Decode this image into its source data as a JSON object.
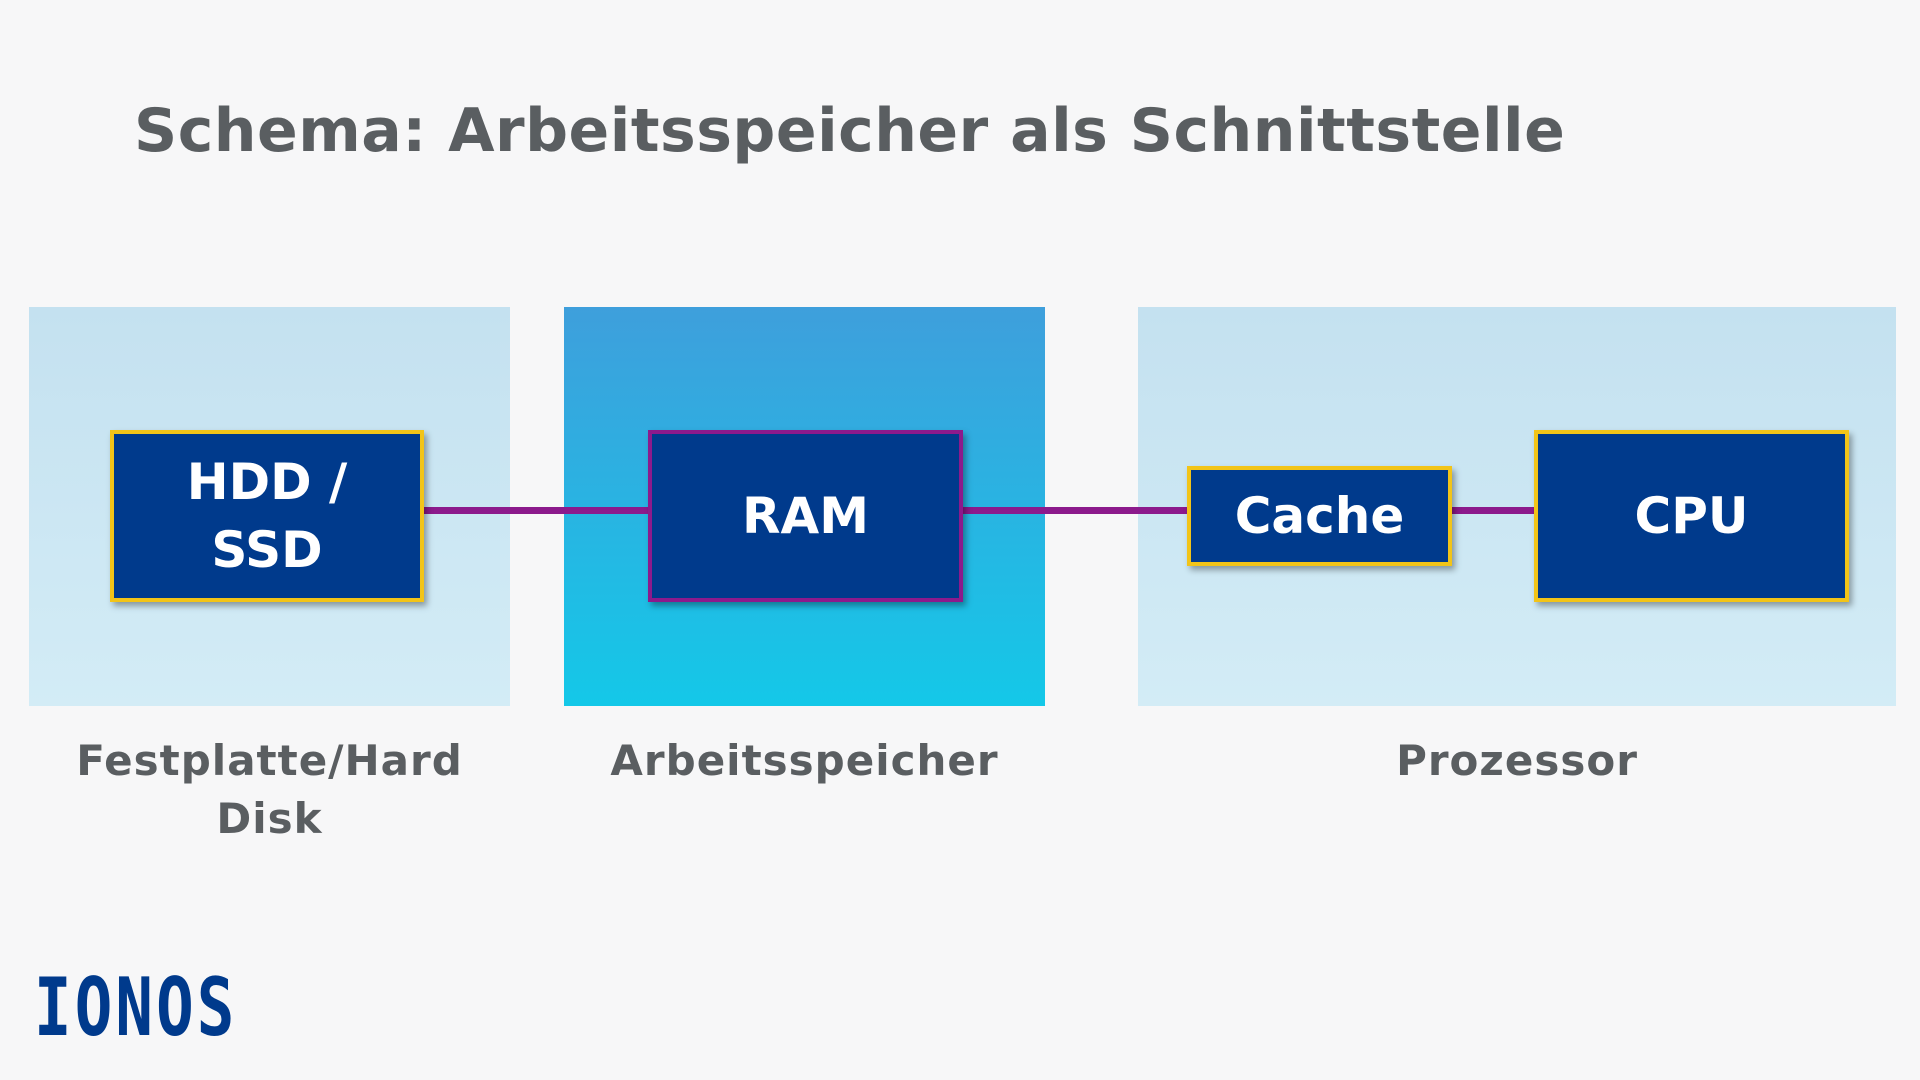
{
  "title": "Schema: Arbeitsspeicher als Schnittstelle",
  "nodes": {
    "hdd": "HDD /\nSSD",
    "ram": "RAM",
    "cache": "Cache",
    "cpu": "CPU"
  },
  "labels": {
    "disk": "Festplatte/Hard Disk",
    "ram": "Arbeitsspeicher",
    "cpu": "Prozessor"
  },
  "logo": "IONOS",
  "colors": {
    "node_fill": "#003a8c",
    "node_border": "#f2c418",
    "ram_border": "#8c1a8c",
    "connector": "#8c1a8c",
    "text": "#5a5e61",
    "logo": "#003a8c"
  }
}
